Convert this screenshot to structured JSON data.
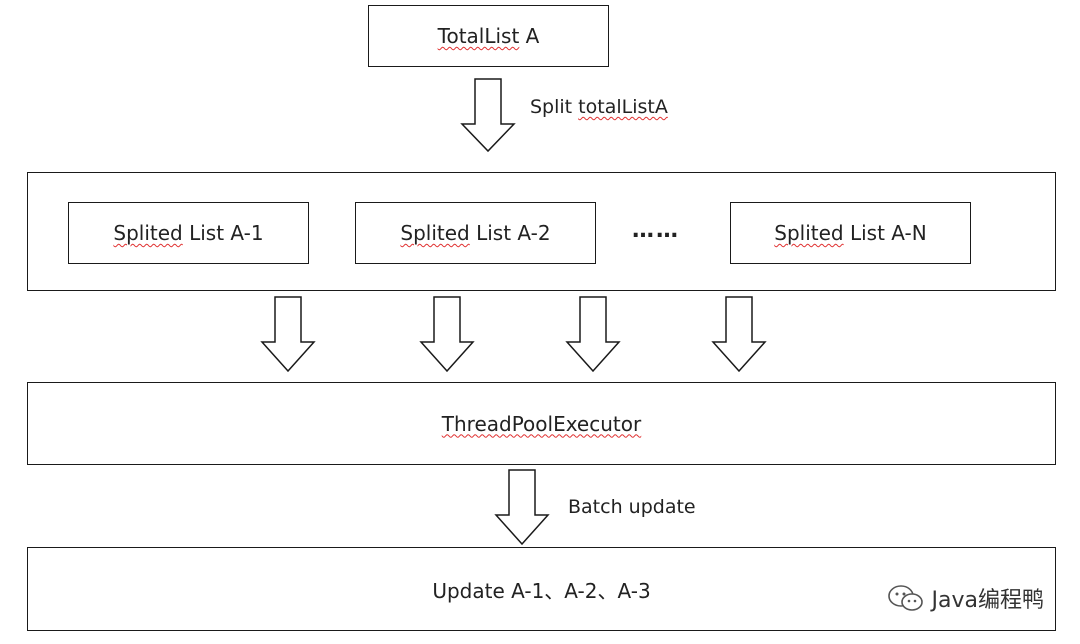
{
  "top": {
    "before": "",
    "mark": "TotalList",
    "after": " A"
  },
  "split_arrow_label": {
    "before": "Split ",
    "mark": "totalListA",
    "after": ""
  },
  "splits": [
    {
      "mark": "Splited",
      "after": " List A-1"
    },
    {
      "mark": "Splited",
      "after": " List A-2"
    },
    {
      "mark": "Splited",
      "after": " List A-N"
    }
  ],
  "ellipsis": "……",
  "executor": {
    "before": "",
    "mark": "ThreadPoolExecutor",
    "after": ""
  },
  "batch_label": "Batch update",
  "update": "Update A-1、A-2、A-3",
  "watermark": {
    "text": "Java编程鸭",
    "icon": "wechat-icon"
  }
}
